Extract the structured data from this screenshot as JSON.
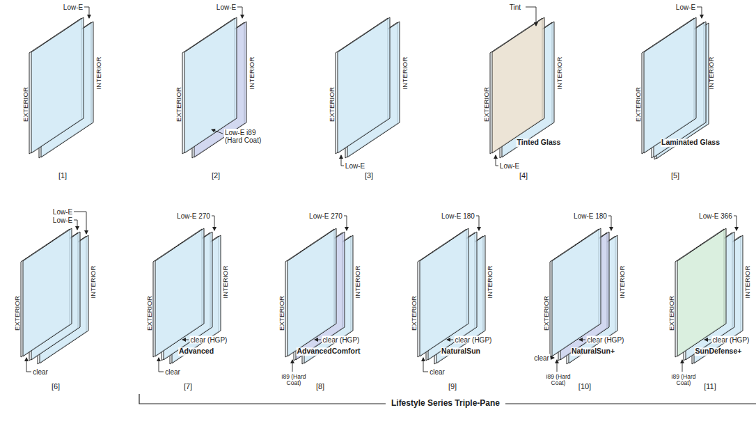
{
  "diagram": {
    "labels": [
      "Low-E",
      "EXTERIOR",
      "INTERIOR",
      "[1]",
      "Low-E",
      "EXTERIOR",
      "INTERIOR",
      "Low-E i89 (Hard Coat)",
      "[2]",
      "EXTERIOR",
      "INTERIOR",
      "Low-E",
      "[3]",
      "Tint",
      "EXTERIOR",
      "INTERIOR",
      "Tinted Glass",
      "Low-E",
      "[4]",
      "Low-E",
      "EXTERIOR",
      "INTERIOR",
      "Laminated Glass",
      "[5]",
      "Low-E",
      "Low-E",
      "EXTERIOR",
      "INTERIOR",
      "clear",
      "[6]",
      "Low-E 270",
      "EXTERIOR",
      "INTERIOR",
      "clear (HGP)",
      "clear",
      "Advanced",
      "[7]",
      "Low-E 270",
      "EXTERIOR",
      "INTERIOR",
      "clear (HGP)",
      "i89 (Hard Coat)",
      "AdvancedComfort",
      "[8]",
      "Low-E 180",
      "EXTERIOR",
      "INTERIOR",
      "clear (HGP)",
      "clear",
      "NaturalSun",
      "[9]",
      "Low-E 180",
      "EXTERIOR",
      "INTERIOR",
      "clear",
      "clear (HGP)",
      "i89 (Hard Coat)",
      "NaturalSun+",
      "[10]",
      "Low-E 366",
      "EXTERIOR",
      "INTERIOR",
      "clear (HGP)",
      "i89 (Hard Coat)",
      "SunDefense+",
      "[11]",
      "Lifestyle Series Triple-Pane"
    ]
  }
}
